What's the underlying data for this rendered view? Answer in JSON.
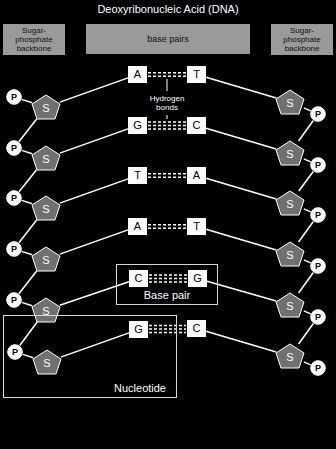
{
  "diagram": {
    "title": "Deoxyribonucleic Acid (DNA)",
    "nodes": [
      {
        "text": [
          "Sugar-phosphate backbone"
        ]
      },
      {
        "text": [
          "base pairs"
        ]
      },
      {
        "text": [
          "Sugar-phosphate backbone"
        ]
      },
      {
        "text": [
          "P"
        ]
      },
      {
        "text": [
          "S"
        ]
      },
      {
        "text": [
          "A"
        ]
      },
      {
        "text": [
          "T"
        ]
      },
      {
        "text": [
          "S"
        ]
      },
      {
        "text": [
          "P"
        ]
      },
      {
        "text": [
          "P"
        ]
      },
      {
        "text": [
          "S"
        ]
      },
      {
        "text": [
          "G"
        ]
      },
      {
        "text": [
          "C"
        ]
      },
      {
        "text": [
          "S"
        ]
      },
      {
        "text": [
          "P"
        ]
      },
      {
        "text": [
          "P"
        ]
      },
      {
        "text": [
          "S"
        ]
      },
      {
        "text": [
          "T"
        ]
      },
      {
        "text": [
          "A"
        ]
      },
      {
        "text": [
          "S"
        ]
      },
      {
        "text": [
          "P"
        ]
      },
      {
        "text": [
          "P"
        ]
      },
      {
        "text": [
          "S"
        ]
      },
      {
        "text": [
          "A"
        ]
      },
      {
        "text": [
          "T"
        ]
      },
      {
        "text": [
          "S"
        ]
      },
      {
        "text": [
          "P"
        ]
      },
      {
        "text": [
          "P"
        ]
      },
      {
        "text": [
          "S"
        ]
      },
      {
        "text": [
          "Base pair"
        ]
      },
      {
        "text": [
          "C"
        ],
        "in": 29
      },
      {
        "text": [
          "G"
        ],
        "in": 29
      },
      {
        "text": [
          "S"
        ]
      },
      {
        "text": [
          "P"
        ]
      },
      {
        "text": [
          "Nucleotide"
        ]
      },
      {
        "text": [
          "P"
        ],
        "in": 34
      },
      {
        "text": [
          "S"
        ],
        "in": 34
      },
      {
        "text": [
          "G"
        ],
        "in": 34
      },
      {
        "text": [
          "C"
        ]
      },
      {
        "text": [
          "S"
        ]
      },
      {
        "text": [
          "P"
        ]
      }
    ],
    "edges": [
      {
        "from": 3,
        "to": 4,
        "arrow": "none"
      },
      {
        "from": 4,
        "to": 5,
        "arrow": "none"
      },
      {
        "from": 5,
        "to": 6,
        "arrow": "none"
      },
      {
        "from": 6,
        "to": 7,
        "arrow": "none"
      },
      {
        "from": 7,
        "to": 8,
        "arrow": "none"
      },
      {
        "from": 4,
        "to": 9,
        "arrow": "none"
      },
      {
        "from": 8,
        "to": 13,
        "arrow": "none"
      },
      {
        "from": 9,
        "to": 10,
        "arrow": "none"
      },
      {
        "from": 10,
        "to": 11,
        "arrow": "none"
      },
      {
        "from": 11,
        "to": 12,
        "arrow": "none"
      },
      {
        "from": 12,
        "to": 13,
        "arrow": "none"
      },
      {
        "from": 13,
        "to": 14,
        "arrow": "none"
      },
      {
        "from": 10,
        "to": 15,
        "arrow": "none"
      },
      {
        "from": 14,
        "to": 19,
        "arrow": "none"
      },
      {
        "from": 15,
        "to": 16,
        "arrow": "none"
      },
      {
        "from": 16,
        "to": 17,
        "arrow": "none"
      },
      {
        "from": 17,
        "to": 18,
        "arrow": "none"
      },
      {
        "from": 18,
        "to": 19,
        "arrow": "none"
      },
      {
        "from": 19,
        "to": 20,
        "arrow": "none"
      },
      {
        "from": 16,
        "to": 21,
        "arrow": "none"
      },
      {
        "from": 20,
        "to": 25,
        "arrow": "none"
      },
      {
        "from": 21,
        "to": 22,
        "arrow": "none"
      },
      {
        "from": 22,
        "to": 23,
        "arrow": "none"
      },
      {
        "from": 23,
        "to": 24,
        "arrow": "none"
      },
      {
        "from": 24,
        "to": 25,
        "arrow": "none"
      },
      {
        "from": 25,
        "to": 26,
        "arrow": "none"
      },
      {
        "from": 22,
        "to": 27,
        "arrow": "none"
      },
      {
        "from": 26,
        "to": 32,
        "arrow": "none"
      },
      {
        "from": 27,
        "to": 28,
        "arrow": "none"
      },
      {
        "from": 28,
        "to": 30,
        "arrow": "none"
      },
      {
        "from": 30,
        "to": 31,
        "arrow": "none"
      },
      {
        "from": 31,
        "to": 32,
        "arrow": "none"
      },
      {
        "from": 32,
        "to": 33,
        "arrow": "none"
      },
      {
        "from": 28,
        "to": 35,
        "arrow": "none"
      },
      {
        "from": 33,
        "to": 39,
        "arrow": "none"
      },
      {
        "from": 35,
        "to": 36,
        "arrow": "none"
      },
      {
        "from": 36,
        "to": 37,
        "arrow": "none"
      },
      {
        "from": 37,
        "to": 38,
        "arrow": "none"
      },
      {
        "from": 38,
        "to": 39,
        "arrow": "none"
      },
      {
        "from": 39,
        "to": 40,
        "arrow": "none"
      }
    ],
    "labels": [
      "Hydrogen bonds"
    ]
  }
}
